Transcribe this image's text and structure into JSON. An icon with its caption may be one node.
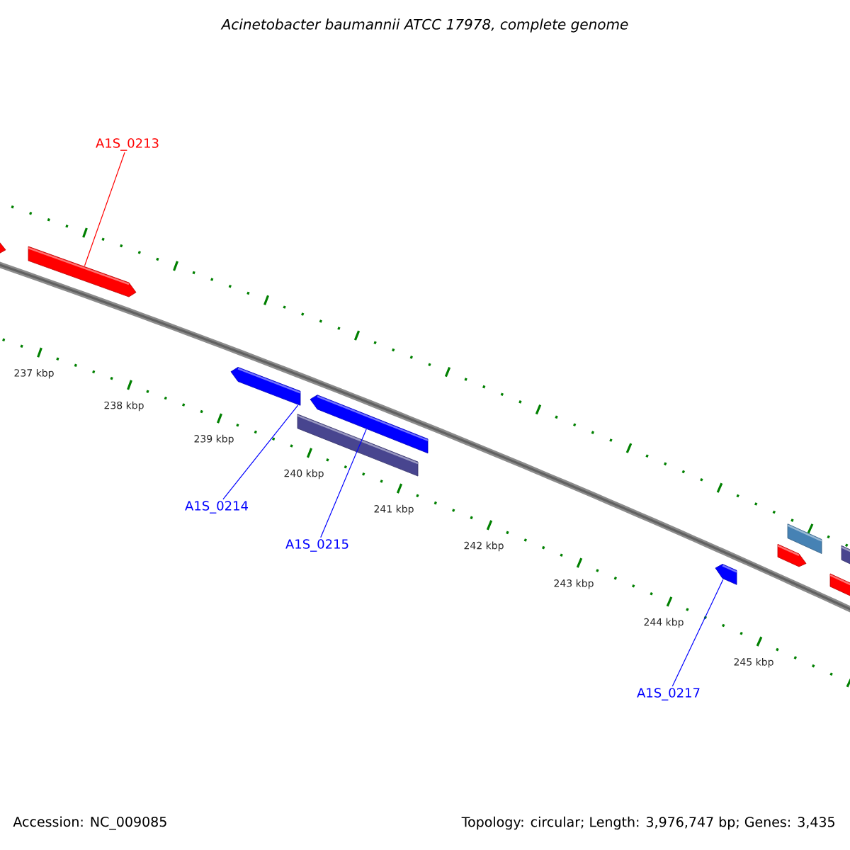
{
  "diagram": {
    "title": "Acinetobacter baumannii ATCC 17978, complete genome",
    "nodes": [
      {
        "text": [
          "A1S_0213"
        ]
      },
      {
        "text": [],
        "shape": "bar"
      },
      {
        "text": [
          "A1S_0214"
        ]
      },
      {
        "text": [],
        "shape": "bar"
      },
      {
        "text": [
          "A1S_0215"
        ]
      },
      {
        "text": [],
        "shape": "bar"
      },
      {
        "text": [
          "A1S_0217"
        ]
      },
      {
        "text": [],
        "shape": "bar"
      }
    ],
    "edges": [
      {
        "from": 0,
        "to": 1,
        "arrow": "none",
        "color": "#ff0000"
      },
      {
        "from": 2,
        "to": 3,
        "arrow": "none"
      },
      {
        "from": 4,
        "to": 5,
        "arrow": "none"
      },
      {
        "from": 6,
        "to": 7,
        "arrow": "none"
      }
    ],
    "labels": [
      "237 kbp",
      "238 kbp",
      "239 kbp",
      "240 kbp",
      "241 kbp",
      "242 kbp",
      "243 kbp",
      "244 kbp",
      "245 kbp",
      "Accession: NC_009085",
      "Topology: circular; Length: 3,976,747 bp; Genes: 3,435"
    ]
  }
}
